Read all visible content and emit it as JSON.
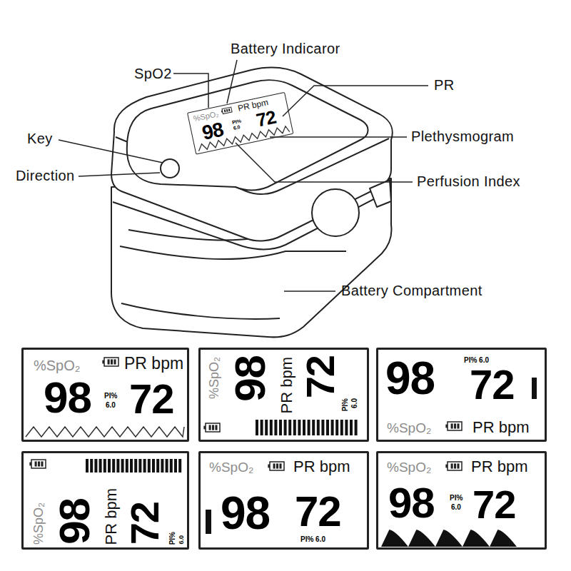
{
  "diagram": {
    "nodes": [
      {
        "text": [
          "%SpO₂",
          "PR bpm",
          "98",
          "PI%",
          "6.0",
          "72"
        ]
      },
      {
        "text": [
          "%SpO₂",
          "PR bpm",
          "98",
          "PI%",
          "6.0",
          "72"
        ]
      },
      {
        "text": [
          "%SpO₂",
          "98",
          "PR bpm",
          "72",
          "PI%",
          "6.0"
        ]
      },
      {
        "text": [
          "98",
          "PI% 6.0",
          "72",
          "%SpO₂",
          "PR bpm"
        ]
      },
      {
        "text": [
          "%SpO₂",
          "98",
          "PR bpm",
          "72",
          "PI%",
          "6.0"
        ]
      },
      {
        "text": [
          "%SpO₂",
          "PR bpm",
          "98",
          "72",
          "PI% 6.0"
        ]
      },
      {
        "text": [
          "%SpO₂",
          "PR bpm",
          "98",
          "PI%",
          "6.0",
          "72"
        ]
      }
    ],
    "labels": [
      "SpO2",
      "Battery Indicaror",
      "PR",
      "Key",
      "Direction",
      "Plethysmogram",
      "Perfusion Index",
      "Battery Compartment"
    ]
  }
}
